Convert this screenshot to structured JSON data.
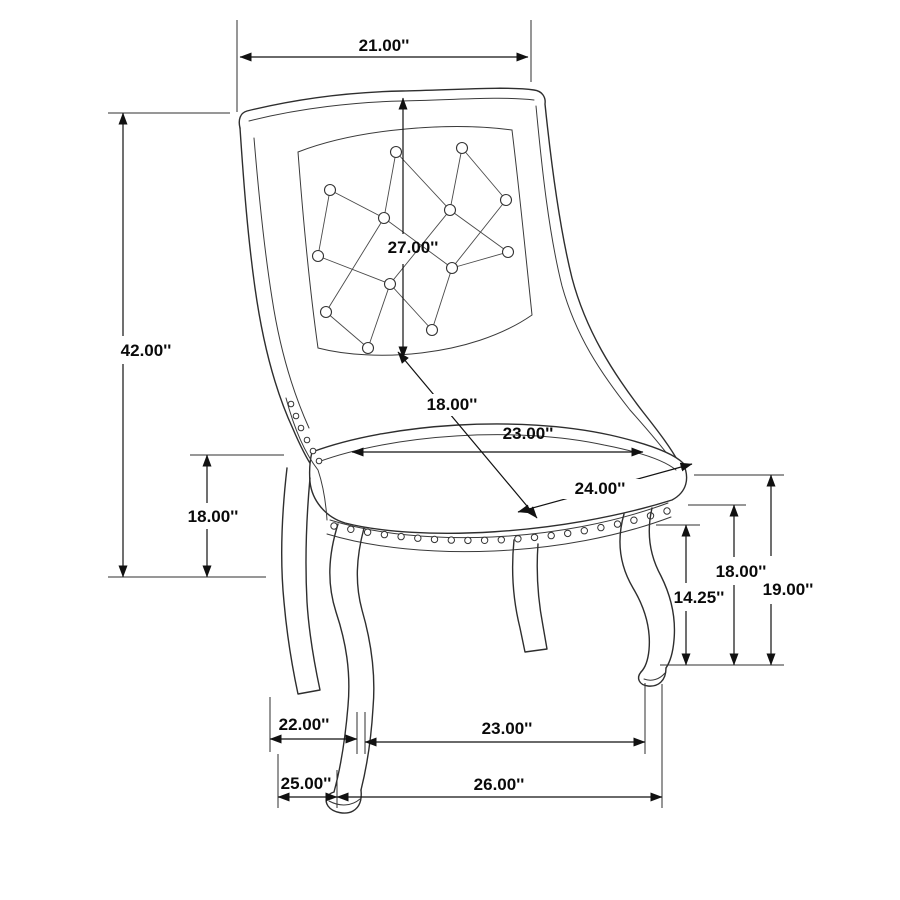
{
  "diagram": {
    "title": "Wingback tufted dining chair dimension drawing",
    "unit": "inches",
    "labels": {
      "top_width": "21.00''",
      "overall_height": "42.00''",
      "back_height": "27.00''",
      "seat_diagonal": "18.00''",
      "seat_width": "23.00''",
      "seat_front_diagonal": "24.00''",
      "arm_height": "18.00''",
      "apron_height": "14.25''",
      "seat_height": "18.00''",
      "seat_height_back": "19.00''",
      "leg_span_side": "22.00''",
      "leg_span_front": "23.00''",
      "base_depth": "25.00''",
      "base_width": "26.00''"
    }
  }
}
